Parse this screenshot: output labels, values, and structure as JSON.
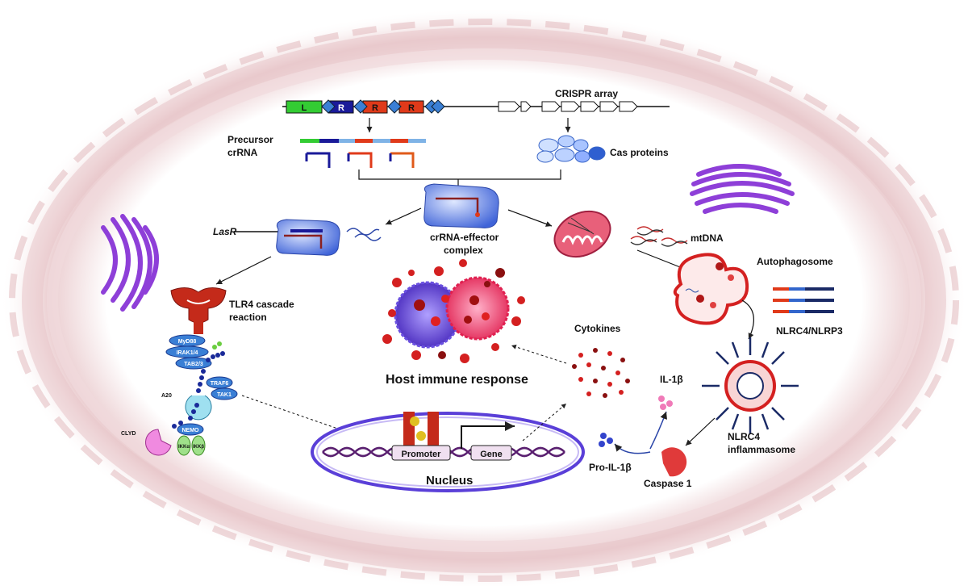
{
  "gene_array": {
    "seg1": "L",
    "seg2": "R",
    "seg3": "R",
    "seg4": "R"
  },
  "labels": {
    "crispr_array": "CRISPR array",
    "precursor_crrna_1": "Precursor",
    "precursor_crrna_2": "crRNA",
    "cas_proteins": "Cas proteins",
    "lasr": "LasR",
    "crrna_effector_1": "crRNA-effector",
    "crrna_effector_2": "complex",
    "mtdna": "mtDNA",
    "autophagosome": "Autophagosome",
    "nlrc4_nlrp3": "NLRC4/NLRP3",
    "tlr4_1": "TLR4 cascade",
    "tlr4_2": "reaction",
    "cytokines": "Cytokines",
    "host_immune": "Host immune response",
    "il1b": "IL-1β",
    "pro_il1b": "Pro-IL-1β",
    "caspase1": "Caspase 1",
    "nlrc4_infl_1": "NLRC4",
    "nlrc4_infl_2": "inflammasome",
    "nucleus": "Nucleus",
    "promoter": "Promoter",
    "gene": "Gene"
  },
  "signaling": {
    "myd88": "MyD88",
    "irak": "IRAK1/4",
    "tab": "TAB2/3",
    "traf6": "TRAF6",
    "tak1": "TAK1",
    "a20": "A20",
    "clyd": "CLYD",
    "nemo": "NEMO",
    "ikka": "IKKα",
    "ikkb": "IKKβ"
  },
  "colors": {
    "green_segment": "#33cc33",
    "blue_segment": "#1a1a99",
    "red_segment": "#e03a1a",
    "diamond": "#3a7fd5",
    "effector": "#6f8fe8",
    "mitochondria": "#e8607a",
    "golgi": "#8e3fd8",
    "nucleus_ring": "#5a3fd8",
    "receptor": "#c42a1a",
    "cytokine": "#d42020"
  }
}
